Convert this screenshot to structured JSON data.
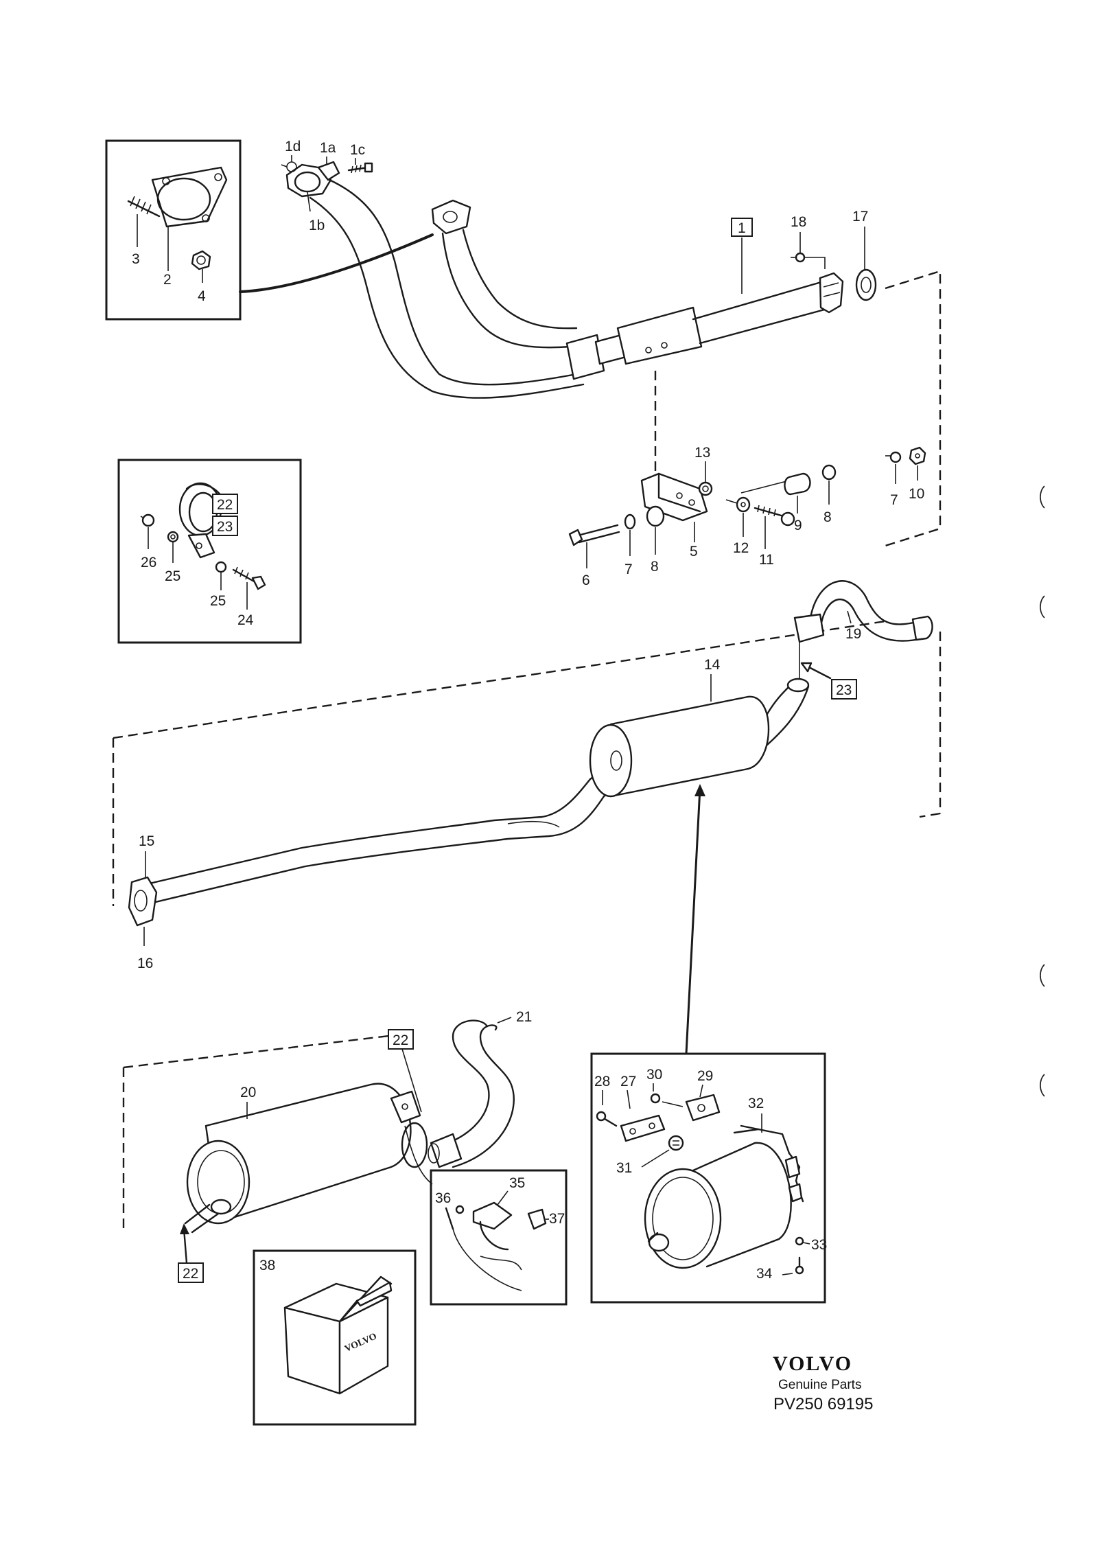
{
  "labels": {
    "p1d": "1d",
    "p1a": "1a",
    "p1c": "1c",
    "p1b": "1b",
    "p1": "1",
    "p2": "2",
    "p3": "3",
    "p4": "4",
    "p5": "5",
    "p6": "6",
    "p7a": "7",
    "p7b": "7",
    "p8a": "8",
    "p8b": "8",
    "p9": "9",
    "p10": "10",
    "p11": "11",
    "p12": "12",
    "p13": "13",
    "p14": "14",
    "p15": "15",
    "p16": "16",
    "p17": "17",
    "p18": "18",
    "p19": "19",
    "p20": "20",
    "p21": "21",
    "p22a": "22",
    "p23a": "23",
    "p22b": "22",
    "p22c": "22",
    "p23b": "23",
    "p24": "24",
    "p25a": "25",
    "p25b": "25",
    "p26": "26",
    "p27": "27",
    "p28": "28",
    "p29": "29",
    "p30": "30",
    "p31": "31",
    "p32": "32",
    "p33": "33",
    "p34": "34",
    "p35": "35",
    "p36": "36",
    "p37": "37",
    "p38": "38"
  },
  "box_label": "VOLVO",
  "brand": {
    "name": "VOLVO",
    "subtitle": "Genuine Parts",
    "code": "PV250 69195"
  }
}
